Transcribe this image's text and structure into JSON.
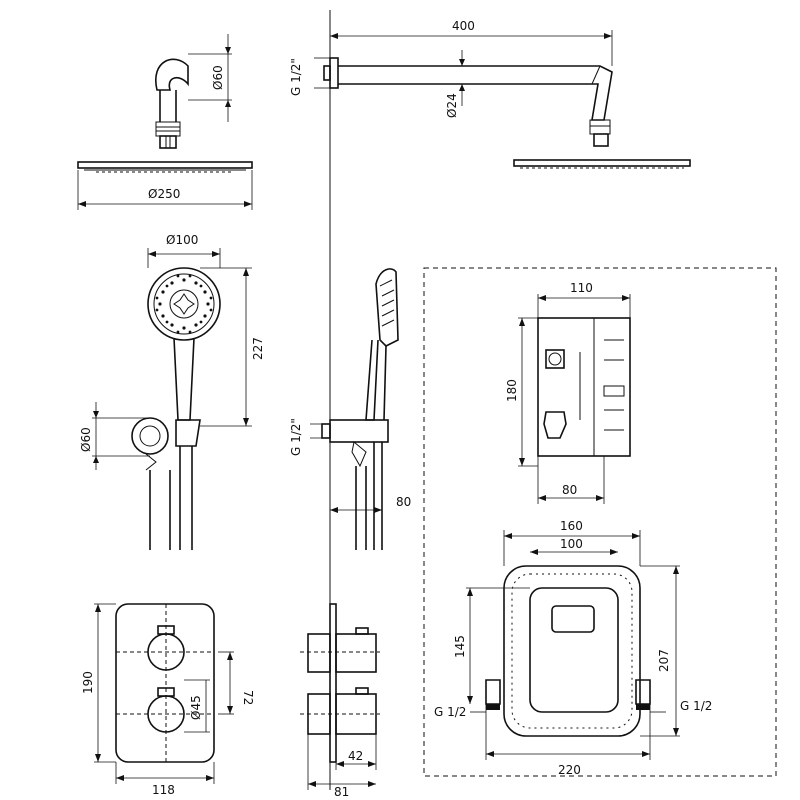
{
  "labels": {
    "d_arm_len": "400",
    "d_arm_pipe": "Ø24",
    "d_head": "Ø250",
    "d_wall_flange": "Ø60",
    "g_top": "G 1/2\"",
    "d_hand": "Ø100",
    "d_hand_len": "227",
    "d_holder": "Ø60",
    "g_mid": "G 1/2\"",
    "d_holder_depth": "80",
    "d_plate_h": "190",
    "d_knob_gap": "72",
    "d_knob": "Ø45",
    "d_plate_w": "118",
    "d_knob_depth": "42",
    "d_plate_depth": "81",
    "box_w": "110",
    "box_h": "180",
    "box_d": "80",
    "frame_w": "160",
    "frame_inner": "100",
    "frame_145": "145",
    "frame_h": "207",
    "frame_bottom": "220",
    "frame_g_left": "G 1/2",
    "frame_g_right": "G 1/2"
  }
}
